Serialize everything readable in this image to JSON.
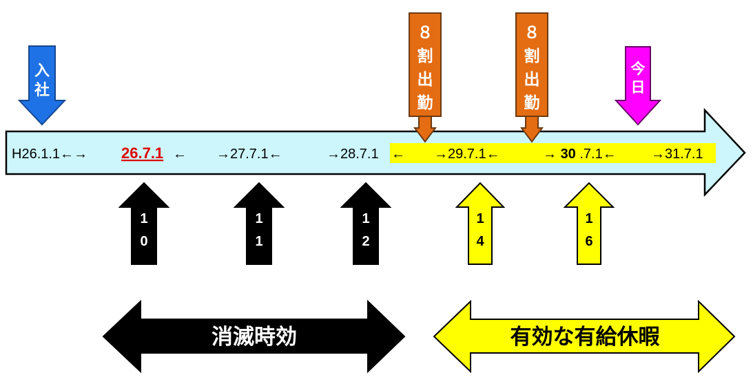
{
  "markers": {
    "hire": {
      "label": "入社",
      "chars": [
        "入",
        "社"
      ],
      "color": "#1e72e6"
    },
    "attendance1": {
      "chars": [
        "８",
        "割",
        "出",
        "勤"
      ],
      "color": "#e46c12"
    },
    "attendance2": {
      "chars": [
        "８",
        "割",
        "出",
        "勤"
      ],
      "color": "#e46c12"
    },
    "today": {
      "chars": [
        "今",
        "日"
      ],
      "color": "#ff00ff"
    }
  },
  "timeline": {
    "fill_color": "#ccf6fc",
    "highlight_color": "#ffff00",
    "segments": {
      "s1": "H26.1.1←→",
      "s2": "26.7.1",
      "s3": "←",
      "s4": "→27.7.1←",
      "s5": "→28.7.1",
      "s6": "←",
      "s7": "→29.7.1←",
      "s8": "→",
      "s9": "30",
      "s10": ".7.1←",
      "s11": "→31.7.1"
    }
  },
  "grants": [
    {
      "digits": [
        "1",
        "0"
      ],
      "status": "expired",
      "color": "#000000"
    },
    {
      "digits": [
        "1",
        "1"
      ],
      "status": "expired",
      "color": "#000000"
    },
    {
      "digits": [
        "1",
        "2"
      ],
      "status": "expired",
      "color": "#000000"
    },
    {
      "digits": [
        "1",
        "4"
      ],
      "status": "valid",
      "color": "#ffff00"
    },
    {
      "digits": [
        "1",
        "6"
      ],
      "status": "valid",
      "color": "#ffff00"
    }
  ],
  "periods": {
    "expired": {
      "label": "消滅時効",
      "color": "#000000"
    },
    "valid": {
      "label": "有効な有給休暇",
      "color": "#ffff00"
    }
  }
}
